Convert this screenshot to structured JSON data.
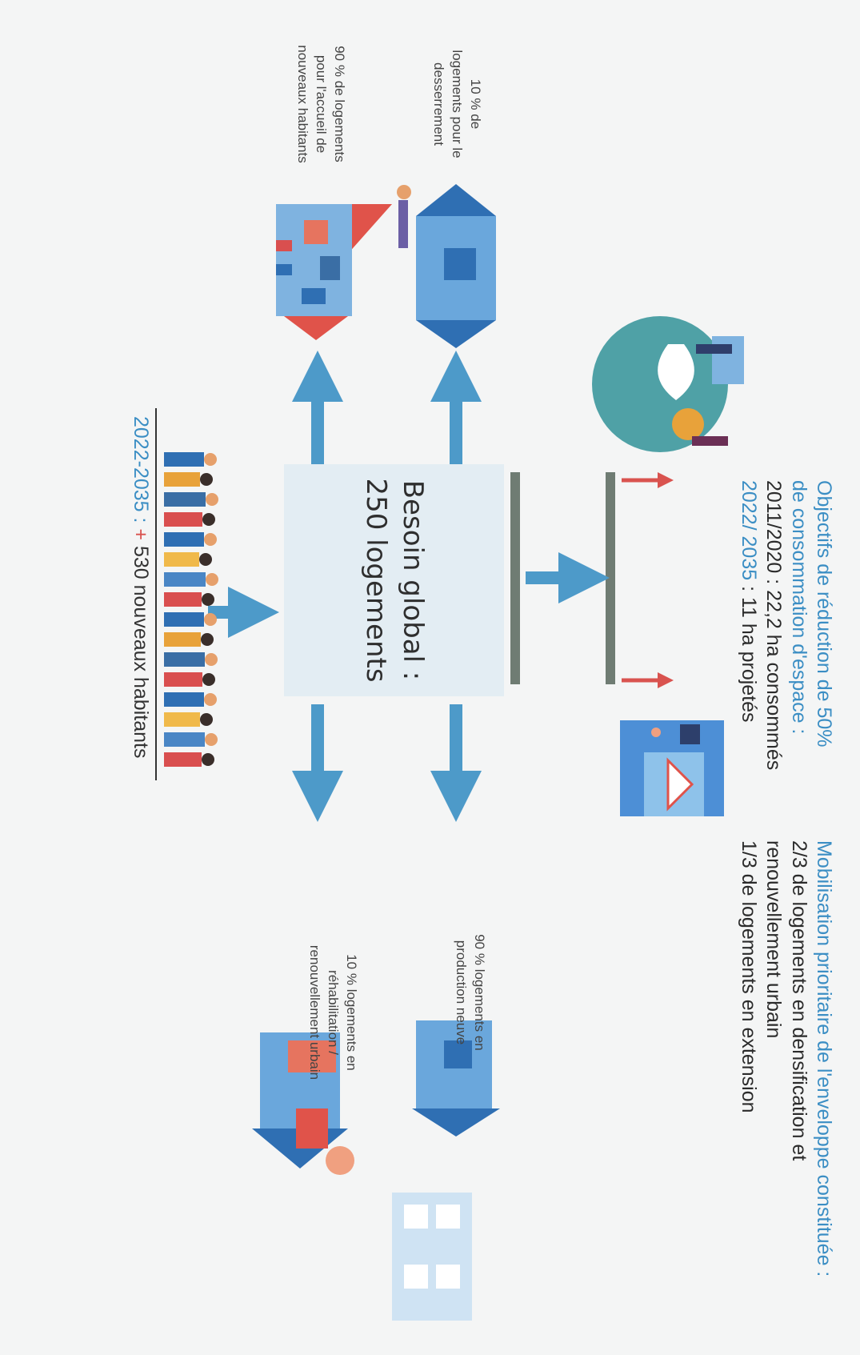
{
  "header": {
    "period": "2022-2035 :",
    "plus": "+",
    "count_text": "530 nouveaux habitants"
  },
  "center": {
    "line1": "Besoin global :",
    "line2": "250 logements"
  },
  "left_branch": {
    "top": {
      "line1": "90 % de logements",
      "line2": "pour l'accueil de",
      "line3": "nouveaux habitants"
    },
    "bottom": {
      "line1": "10 % de",
      "line2": "logements pour le",
      "line3": "desserrement"
    }
  },
  "right_branch": {
    "top": {
      "line1": "10 % logements en",
      "line2": "réhabilitation /",
      "line3": "renouvellement urbain"
    },
    "bottom": {
      "line1": "90 % logements en",
      "line2": "production neuve"
    }
  },
  "reduction_block": {
    "title1": "Objectifs de réduction de 50%",
    "title2": "de consommation d'espace :",
    "line1": "2011/2020 :  22,2 ha consommés",
    "line2_period": "2022/ 2035",
    "line2_rest": " : 11 ha projetés"
  },
  "mobilisation_block": {
    "title": "Mobilisation prioritaire de l'enveloppe constituée :",
    "line1": "2/3 de logements en densification et",
    "line2": "renouvellement urbain",
    "line3": "1/3 de logements en extension"
  },
  "colors": {
    "accent_blue": "#3b8ec4",
    "arrow_blue": "#4d9ac9",
    "arrow_red": "#d9534f",
    "bar_gray": "#6f7c73",
    "box_bg": "#e3edf3"
  },
  "icons": {
    "crowd": "crowd-of-people-illustration",
    "house_red": "red-roof-house-with-family-illustration",
    "house_blue_left": "blue-house-with-couple-illustration",
    "globe": "earth-globe-with-people-illustration",
    "renovation": "renovation-worker-illustration",
    "new_house": "new-house-and-building-illustration",
    "construction": "construction-site-building-illustration"
  }
}
